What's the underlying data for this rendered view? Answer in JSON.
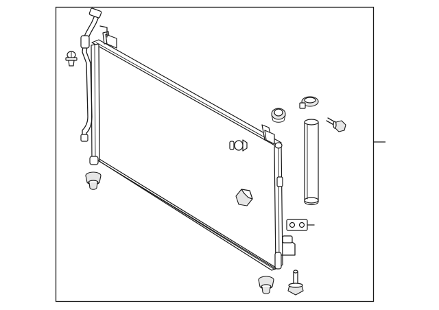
{
  "diagram": {
    "parts": [
      {
        "id": "condenser",
        "icon": "condenser-radiator-icon"
      },
      {
        "id": "refrigerant-pipe",
        "icon": "pipe-icon"
      },
      {
        "id": "upper-left-push-clip",
        "icon": "push-clip-icon"
      },
      {
        "id": "lower-left-mount-cushion",
        "icon": "rubber-mount-icon"
      },
      {
        "id": "center-push-clip",
        "icon": "push-clip-icon"
      },
      {
        "id": "drain-cap",
        "icon": "cap-icon"
      },
      {
        "id": "grommet-nut",
        "icon": "nut-icon"
      },
      {
        "id": "hose-clamp",
        "icon": "clamp-icon"
      },
      {
        "id": "flange-bolt",
        "icon": "bolt-icon"
      },
      {
        "id": "receiver-drier",
        "icon": "receiver-drier-icon"
      },
      {
        "id": "o-ring-seal",
        "icon": "seal-icon"
      },
      {
        "id": "lower-right-mount-cushion",
        "icon": "rubber-mount-icon"
      },
      {
        "id": "lower-bolt",
        "icon": "bolt-icon"
      }
    ]
  }
}
